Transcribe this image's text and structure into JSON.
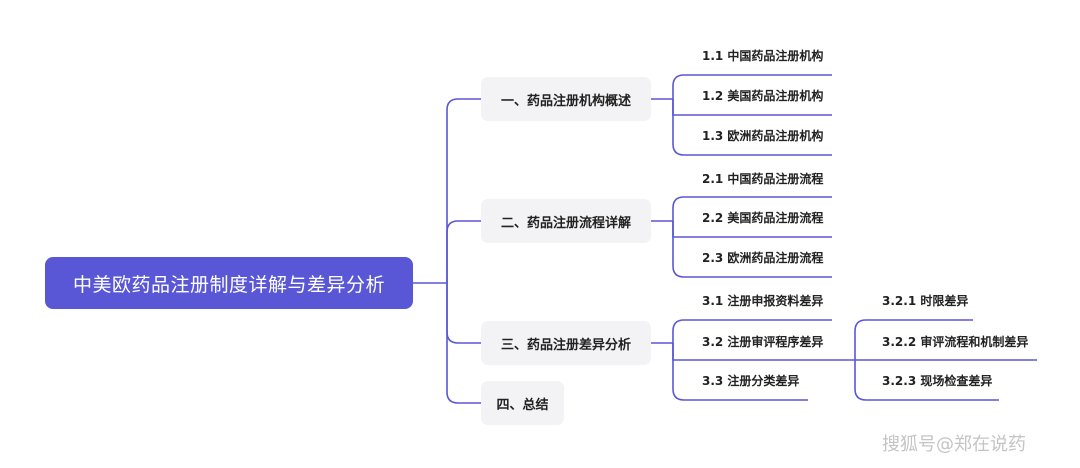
{
  "root": "中美欧药品注册制度详解与差异分析",
  "sections": [
    {
      "label": "一、药品注册机构概述",
      "items": [
        "1.1 中国药品注册机构",
        "1.2 美国药品注册机构",
        "1.3 欧洲药品注册机构"
      ]
    },
    {
      "label": "二、药品注册流程详解",
      "items": [
        "2.1 中国药品注册流程",
        "2.2 美国药品注册流程",
        "2.3 欧洲药品注册流程"
      ]
    },
    {
      "label": "三、药品注册差异分析",
      "items": [
        "3.1 注册申报资料差异",
        "3.2 注册审评程序差异",
        "3.3 注册分类差异"
      ],
      "subitems": [
        "3.2.1 时限差异",
        "3.2.2 审评流程和机制差异",
        "3.2.3 现场检查差异"
      ]
    },
    {
      "label": "四、总结"
    }
  ],
  "watermark": "搜狐号@郑在说药",
  "colors": {
    "accent": "#5a57d6",
    "node_bg": "#f3f3f5",
    "line": "#5a57d6"
  }
}
